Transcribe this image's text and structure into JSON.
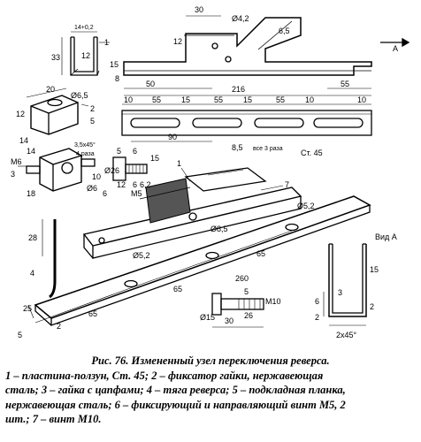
{
  "figure": {
    "caption_title": "Рис. 76. Измененный узел переключения реверса.",
    "caption_lines": [
      "1 – пластина-ползун, Ст. 45; 2 – фиксатор гайки, нержавеющая",
      "сталь; 3 – гайка с цапфами; 4 – тяга реверса; 5 – подкладная планка,",
      "нержавеющая сталь; 6 – фиксирующий и направляющий винт М5, 2",
      "шт.; 7 – винт М10."
    ]
  },
  "labels": {
    "part1_top": {
      "d14": "14+0,2",
      "d33": "33",
      "d12": "12",
      "callout": "1"
    },
    "part1_slider": {
      "d30": "30",
      "d42": "Ø4,2",
      "d12": "12",
      "d65": "6,5",
      "d15": "15",
      "d8": "8",
      "d50": "50",
      "d216": "216",
      "d55": "55",
      "arrow": "A"
    },
    "part1_plan": {
      "d10a": "10",
      "d55a": "55",
      "d15a": "15",
      "d55b": "55",
      "d15b": "15",
      "d55c": "55",
      "d10b": "10",
      "d10c": "10",
      "d90": "90",
      "d85": "8,5",
      "note": "все 3 раза",
      "material": "Ст. 45"
    },
    "part2": {
      "d20": "20",
      "d65": "Ø6,5",
      "d12": "12",
      "d2": "2",
      "d5": "5",
      "d14": "14"
    },
    "part3": {
      "d35": "3,5x45°",
      "times4": "4 раза",
      "d14": "14",
      "m6": "M6",
      "d6": "Ø6",
      "d10": "10",
      "d18": "18",
      "callout": "3"
    },
    "part6": {
      "d26": "Ø26",
      "d5": "5",
      "d6": "6",
      "d15": "15",
      "d12": "12",
      "d6b": "6",
      "d62": "6,2",
      "m5": "M5",
      "callout": "6"
    },
    "assembly": {
      "callout1": "1",
      "callout7": "7",
      "d85": "Ø8,5",
      "d52": "Ø5,2"
    },
    "part4": {
      "d28": "28",
      "callout": "4"
    },
    "part5": {
      "d52": "Ø5,2",
      "d65a": "65",
      "d65b": "65",
      "d65c": "65",
      "d260": "260",
      "d25": "25",
      "d2": "2",
      "callout": "5"
    },
    "part7": {
      "m10": "M10",
      "d15": "Ø15",
      "d30": "30",
      "d26": "26",
      "d5": "5"
    },
    "view_a": {
      "title": "Вид А",
      "d6": "6",
      "d2": "2",
      "d3": "3",
      "d15": "15",
      "d2b": "2",
      "chamfer": "2x45°"
    }
  }
}
